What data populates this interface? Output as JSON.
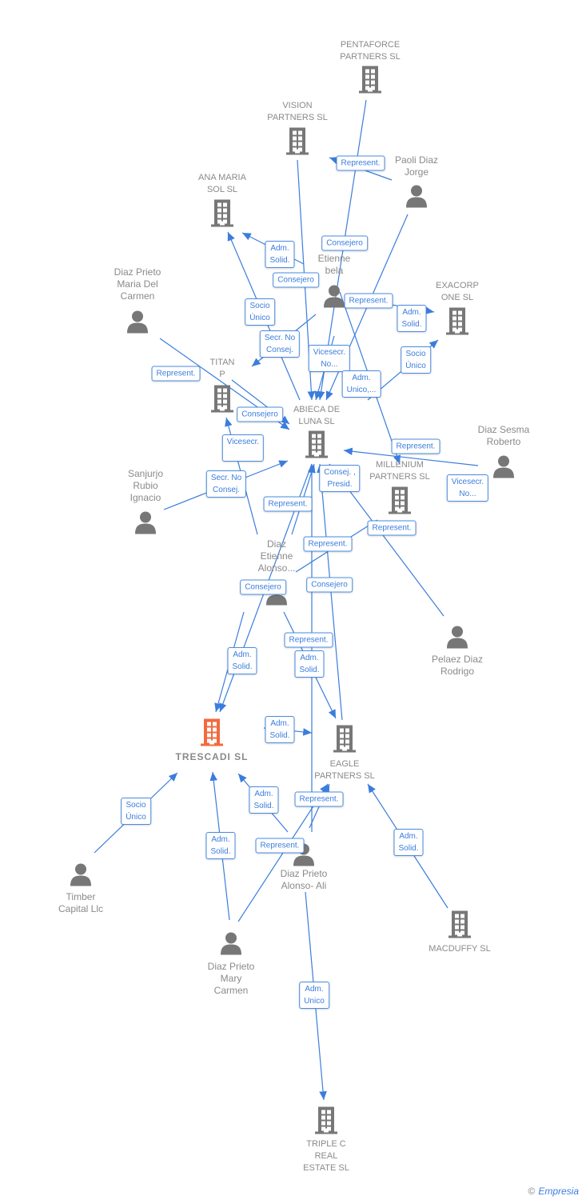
{
  "colors": {
    "edge": "#3b7ddd",
    "node": "#777777",
    "main": "#f26a3d"
  },
  "nodes": [
    {
      "kind": "company",
      "icon": "building-icon",
      "lines": [
        "PENTAFORCE",
        "PARTNERS  SL"
      ]
    },
    {
      "kind": "company",
      "icon": "building-icon",
      "lines": [
        "VISION",
        "PARTNERS SL"
      ]
    },
    {
      "kind": "person",
      "icon": "person-icon",
      "lines": [
        "Paoli Diaz",
        "Jorge"
      ]
    },
    {
      "kind": "company",
      "icon": "building-icon",
      "lines": [
        "ANA MARIA",
        "SOL SL"
      ]
    },
    {
      "kind": "person",
      "icon": "person-icon",
      "lines": [
        "Etienne",
        "bela"
      ]
    },
    {
      "kind": "person",
      "icon": "person-icon",
      "lines": [
        "Diaz Prieto",
        "Maria Del",
        "Carmen"
      ]
    },
    {
      "kind": "company",
      "icon": "building-icon",
      "lines": [
        "EXACORP",
        "ONE SL"
      ]
    },
    {
      "kind": "company",
      "icon": "building-icon",
      "lines": [
        "TITAN",
        "P"
      ]
    },
    {
      "kind": "company",
      "icon": "building-icon",
      "lines": [
        "ABIECA DE",
        "LUNA  SL"
      ]
    },
    {
      "kind": "person",
      "icon": "person-icon",
      "lines": [
        "Diaz Sesma",
        "Roberto"
      ]
    },
    {
      "kind": "company",
      "icon": "building-icon",
      "lines": [
        "MILLENIUM",
        "PARTNERS  SL"
      ]
    },
    {
      "kind": "person",
      "icon": "person-icon",
      "lines": [
        "Sanjurjo",
        "Rubio",
        "Ignacio"
      ]
    },
    {
      "kind": "person",
      "icon": "person-icon",
      "lines": [
        "Diaz",
        "Etienne",
        "Alonso..."
      ]
    },
    {
      "kind": "person",
      "icon": "person-icon",
      "lines": [
        "Pelaez Diaz",
        "Rodrigo"
      ]
    },
    {
      "kind": "main",
      "icon": "building-icon",
      "lines": [
        "TRESCADI  SL"
      ]
    },
    {
      "kind": "company",
      "icon": "building-icon",
      "lines": [
        "EAGLE",
        "PARTNERS SL"
      ]
    },
    {
      "kind": "person",
      "icon": "person-icon",
      "lines": [
        "Timber",
        "Capital Llc"
      ]
    },
    {
      "kind": "person",
      "icon": "person-icon",
      "lines": [
        "Diaz Prieto",
        "Alonso- Ali"
      ]
    },
    {
      "kind": "company",
      "icon": "building-icon",
      "lines": [
        "MACDUFFY  SL"
      ]
    },
    {
      "kind": "person",
      "icon": "person-icon",
      "lines": [
        "Diaz Prieto",
        "Mary",
        "Carmen"
      ]
    },
    {
      "kind": "company",
      "icon": "building-icon",
      "lines": [
        "TRIPLE C",
        "REAL",
        "ESTATE  SL"
      ]
    }
  ],
  "edge_labels": [
    [
      "Represent."
    ],
    [
      "Adm.",
      "Solid."
    ],
    [
      "Socio",
      "Único"
    ],
    [
      "Secr.  No",
      "Consej."
    ],
    [
      "Vicesecr.",
      "No..."
    ],
    [
      "Socio",
      "Único"
    ],
    [
      "Adm.",
      "Unico,..."
    ],
    [
      "Vicesecr.",
      ""
    ],
    [
      "Secr.  No",
      "Consej."
    ],
    [
      "Consej. ,",
      "Presid."
    ],
    [
      "Represent."
    ],
    [
      "Vicesecr.",
      "No..."
    ],
    [
      "Represent."
    ],
    [
      "Represent."
    ],
    [
      "Represent."
    ],
    [
      "Consejero"
    ],
    [
      "Consejero"
    ],
    [
      "Represent."
    ],
    [
      "Adm.",
      "Solid."
    ],
    [
      "Adm.",
      "Solid."
    ],
    [
      "Adm.",
      "Solid."
    ],
    [
      "Socio",
      "Único"
    ],
    [
      "Adm.",
      "Solid."
    ],
    [
      "Represent."
    ],
    [
      "Adm.",
      "Solid."
    ],
    [
      "Represent."
    ],
    [
      "Adm.",
      "Solid."
    ],
    [
      "Adm.",
      "Unico"
    ],
    [
      "Consejero"
    ],
    [
      "Adm.",
      "Solid."
    ],
    [
      "Consejero"
    ],
    [
      "Represent."
    ],
    [
      "Represent."
    ],
    [
      "Consejero"
    ]
  ],
  "footer": {
    "copyright": "©",
    "brand": "Empresia"
  }
}
